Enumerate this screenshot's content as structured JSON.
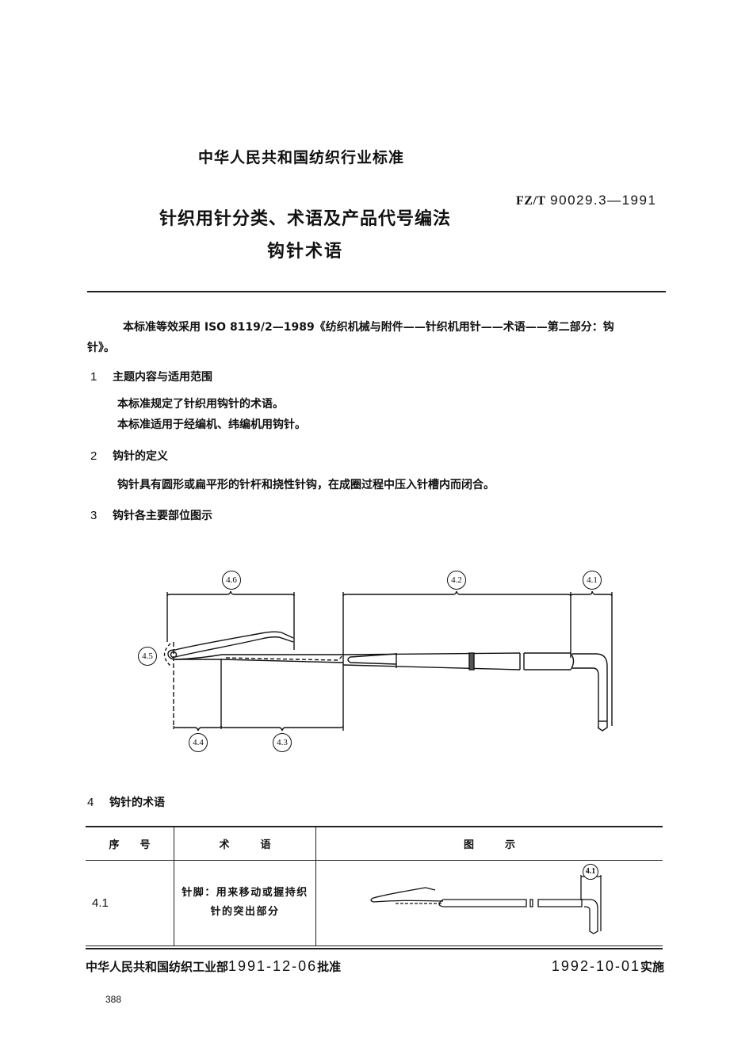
{
  "header": {
    "org_title": "中华人民共和国纺织行业标准",
    "standard_prefix": "FZ/T",
    "standard_number": "90029.3—1991",
    "main_title": "针织用针分类、术语及产品代号编法",
    "sub_title": "钩针术语"
  },
  "intro": {
    "line1": "本标准等效采用 ISO 8119/2—1989《纺织机械与附件——针织机用针——术语——第二部分：钩",
    "line2": "针》。"
  },
  "sections": [
    {
      "number": "1",
      "title": "主题内容与适用范围",
      "paragraphs": [
        "本标准规定了针织用钩针的术语。",
        "本标准适用于经编机、纬编机用钩针。"
      ]
    },
    {
      "number": "2",
      "title": "钩针的定义",
      "paragraphs": [
        "钩针具有圆形或扁平形的针杆和挠性针钩，在成圈过程中压入针槽内而闭合。"
      ]
    },
    {
      "number": "3",
      "title": "钩针各主要部位图示",
      "paragraphs": []
    },
    {
      "number": "4",
      "title": "钩针的术语",
      "paragraphs": []
    }
  ],
  "diagram": {
    "labels": {
      "l41": "4.1",
      "l42": "4.2",
      "l43": "4.3",
      "l44": "4.4",
      "l45": "4.5",
      "l46": "4.6"
    }
  },
  "table": {
    "headers": [
      "序　　号",
      "术　　　语",
      "图　　　示"
    ],
    "rows": [
      {
        "number": "4.1",
        "term_line1": "针脚：用来移动或握持织",
        "term_line2": "针的突出部分",
        "figure_label": "4.1"
      }
    ]
  },
  "footer": {
    "approval_org": "中华人民共和国纺织工业部",
    "approval_date": "1991-12-06",
    "approval_suffix": "批准",
    "effective_date": "1992-10-01",
    "effective_suffix": "实施",
    "page_number": "388"
  }
}
